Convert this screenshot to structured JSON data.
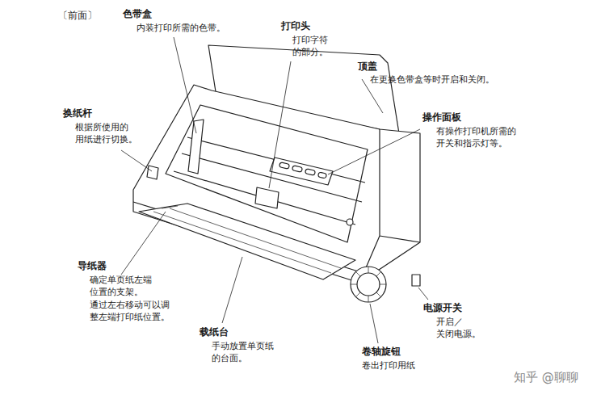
{
  "diagram": {
    "title": "〔前面〕",
    "labels": [
      "色带盒",
      "内装打印所需的色带。",
      "打印头",
      "打印字符 的部分。",
      "顶盖",
      "在更换色带盒等时开启和关闭。",
      "换纸杆",
      "根据所使用的 用纸进行切换。",
      "操作面板",
      "有操作打印机所需的 开关和指示灯等。",
      "导纸器",
      "确定单页纸左端 位置的支架。 通过左右移动可以调 整左端打印纸位置。",
      "载纸台",
      "手动放置单页纸 的台面。",
      "电源开关",
      "开启／关闭电源。",
      "卷轴旋钮",
      "卷出打印用纸",
      "知乎 @聊聊"
    ]
  }
}
